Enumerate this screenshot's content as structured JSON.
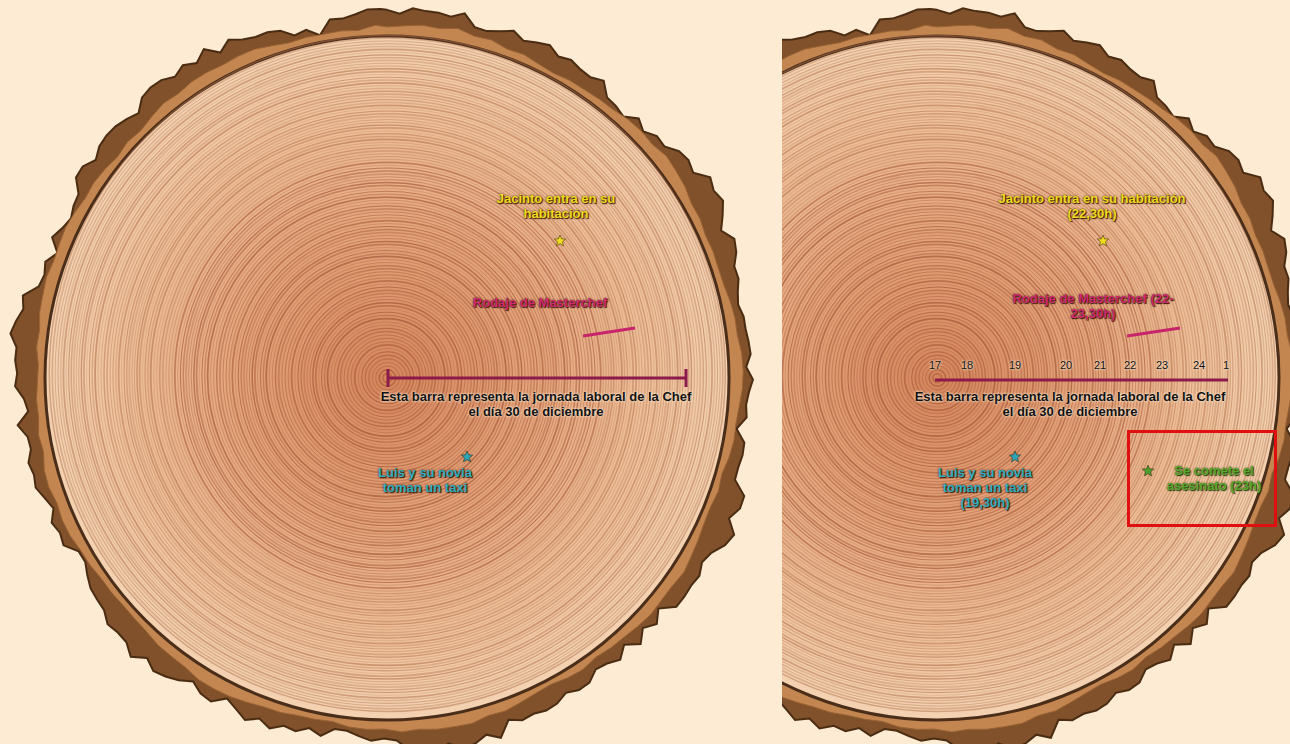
{
  "diagram": {
    "nodes": [
      {
        "text": [
          "Se comete el asesinato (23h)"
        ]
      }
    ],
    "labels": [
      "Jacinto entra en su habitación",
      "Rodaje de Masterchef",
      "Esta barra representa la jornada laboral de la Chef el día 30 de diciembre",
      "Luis y su novia toman un taxi",
      "Jacinto entra en su habitación (22,30h)",
      "Rodaje de Masterchef (22-23,30h)",
      "17",
      "18",
      "19",
      "20",
      "21",
      "22",
      "23",
      "24",
      "1",
      "Esta barra representa la jornada laboral de la Chef el día 30 de diciembre",
      "Luis y su novia toman un taxi (19,30h)"
    ]
  }
}
